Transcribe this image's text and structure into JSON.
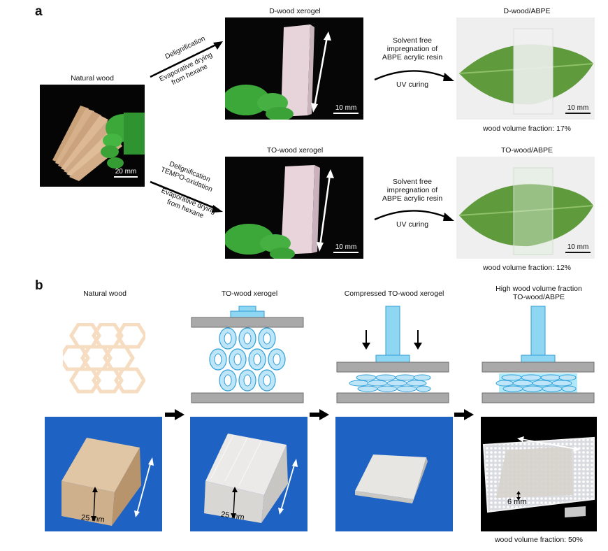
{
  "panel_a": {
    "letter": "a",
    "natural_wood": {
      "title": "Natural wood",
      "scale": "20 mm"
    },
    "top_route": {
      "arrow_label_top": "Delignification",
      "arrow_label_bottom_line1": "Evaporative drying",
      "arrow_label_bottom_line2": "from hexane",
      "xerogel_title": "D-wood xerogel",
      "xerogel_scale": "10 mm",
      "impregnation_line1": "Solvent free",
      "impregnation_line2": "impregnation of",
      "impregnation_line3": "ABPE acrylic resin",
      "curing": "UV curing",
      "composite_title": "D-wood/ABPE",
      "composite_scale": "10 mm",
      "fraction": "wood volume fraction: 17%"
    },
    "bottom_route": {
      "arrow_label_top_line1": "Delignification",
      "arrow_label_top_line2": "TEMPO-oxidation",
      "arrow_label_bottom_line1": "Evaporative drying",
      "arrow_label_bottom_line2": "from hexane",
      "xerogel_title": "TO-wood xerogel",
      "xerogel_scale": "10 mm",
      "impregnation_line1": "Solvent free",
      "impregnation_line2": "impregnation of",
      "impregnation_line3": "ABPE acrylic resin",
      "curing": "UV curing",
      "composite_title": "TO-wood/ABPE",
      "composite_scale": "10 mm",
      "fraction": "wood volume fraction: 12%"
    }
  },
  "panel_b": {
    "letter": "b",
    "steps": [
      {
        "title": "Natural wood",
        "dimension": "25 mm"
      },
      {
        "title": "TO-wood xerogel",
        "dimension": "25 mm"
      },
      {
        "title": "Compressed TO-wood xerogel"
      },
      {
        "title_line1": "High wood volume fraction",
        "title_line2": "TO-wood/ABPE",
        "dimension": "6 mm"
      }
    ],
    "fraction": "wood volume fraction: 50%"
  },
  "colors": {
    "honeycomb": "#f6dcc0",
    "cell_fill": "#bfe6f8",
    "cell_stroke": "#2f9fd8",
    "plate": "#a9a9a9",
    "piston": "#8fd6f2",
    "blue_background": "#1e63c4",
    "glove": "#3da83a",
    "leaf": "#5f9a3c"
  }
}
